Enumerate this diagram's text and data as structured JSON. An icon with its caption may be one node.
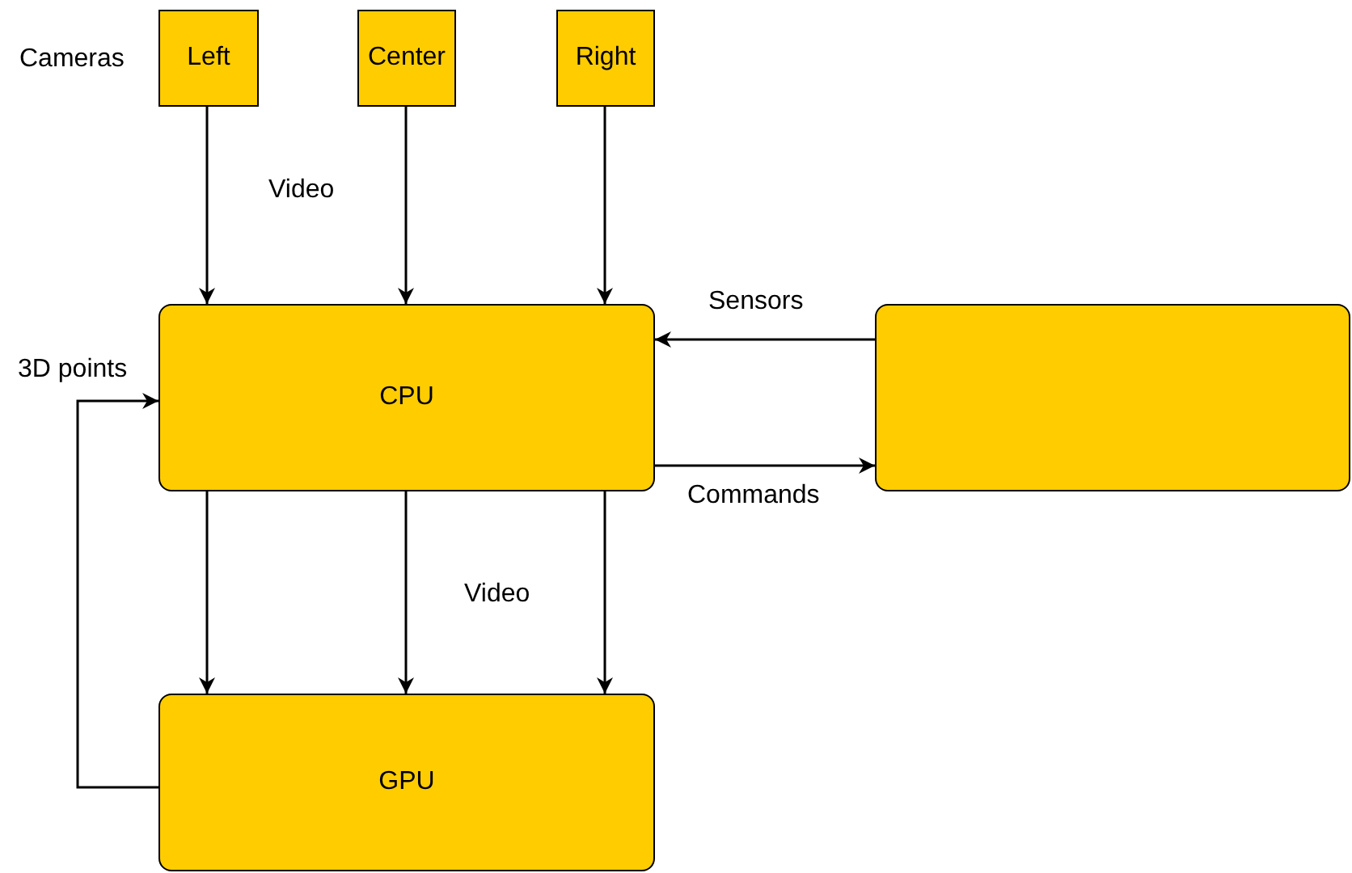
{
  "diagram": {
    "nodes": [
      {
        "text": [
          "Left"
        ]
      },
      {
        "text": [
          "Center"
        ]
      },
      {
        "text": [
          "Right"
        ]
      },
      {
        "text": [
          "CPU"
        ]
      },
      {
        "text": [],
        "shape": "box"
      },
      {
        "text": [
          "GPU"
        ]
      }
    ],
    "edges": [
      {
        "from": 0,
        "to": 3,
        "arrow": "to"
      },
      {
        "from": 1,
        "to": 3,
        "arrow": "to"
      },
      {
        "from": 2,
        "to": 3,
        "arrow": "to"
      },
      {
        "from": 4,
        "to": 3,
        "arrow": "to",
        "label": "Sensors"
      },
      {
        "from": 3,
        "to": 4,
        "arrow": "to",
        "label": "Commands"
      },
      {
        "from": 3,
        "to": 5,
        "arrow": "to"
      },
      {
        "from": 3,
        "to": 5,
        "arrow": "to"
      },
      {
        "from": 3,
        "to": 5,
        "arrow": "to"
      },
      {
        "from": 5,
        "to": 3,
        "arrow": "to",
        "label": "3D points"
      }
    ],
    "labels": [
      "Cameras",
      "Video",
      "Video"
    ]
  }
}
